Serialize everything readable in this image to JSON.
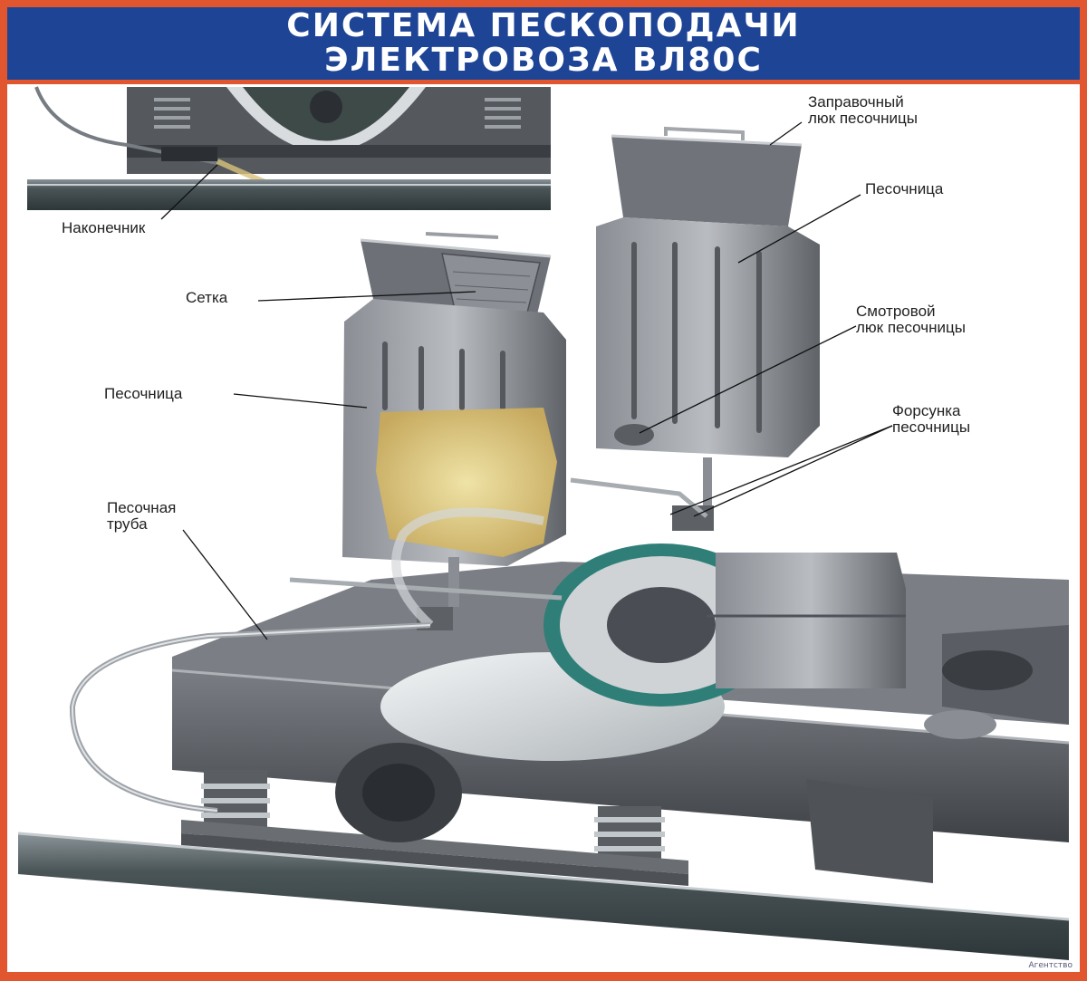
{
  "header": {
    "title_line1": "СИСТЕМА ПЕСКОПОДАЧИ",
    "title_line2": "ЭЛЕКТРОВОЗА ВЛ80С"
  },
  "labels": {
    "nozzle_tip": "Наконечник",
    "mesh": "Сетка",
    "sandbox_left": "Песочница",
    "sand_pipe": "Песочная\nтруба",
    "filler_hatch": "Заправочный\nлюк песочницы",
    "sandbox_right": "Песочница",
    "inspection_hatch": "Смотровой\nлюк песочницы",
    "sand_injector": "Форсунка\nпесочницы"
  },
  "footer": {
    "publisher_mark": "Агентство"
  },
  "colors": {
    "frame": "#e2562f",
    "title_bg": "#1e4496",
    "metal": "#6c7076",
    "sand": "#d8c27a"
  }
}
